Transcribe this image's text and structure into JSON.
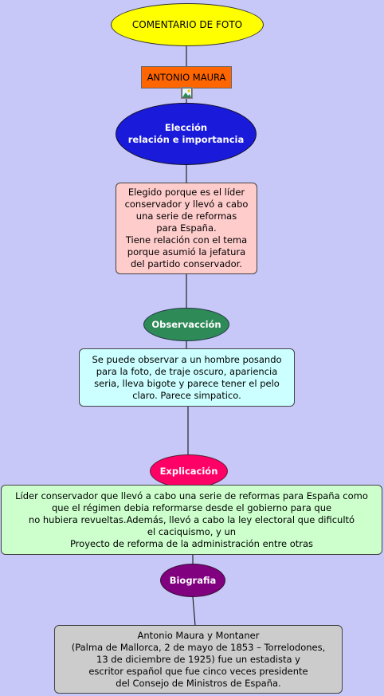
{
  "nodes": {
    "title": "COMENTARIO DE FOTO",
    "subject": "ANTONIO MAURA",
    "eleccion_heading": "Elección\nrelación e importancia",
    "eleccion_text": "Elegido porque es el líder\nconservador y llevó a cabo\nuna serie de reformas\npara España.\nTiene relación con el tema\nporque asumió la jefatura\ndel partido conservador.",
    "observacion_heading": "Observacción",
    "observacion_text": "Se puede observar a un hombre posando\npara la foto, de traje oscuro, apariencia\nseria, lleva bigote y parece tener el pelo\nclaro. Parece simpatico.",
    "explicacion_heading": "Explicación",
    "explicacion_text": "Líder conservador que llevó a cabo una serie de reformas para España como\nque el régimen debia reformarse desde el gobierno para que\nno hubiera revueltas.Además, llevó a cabo la ley electoral que dificultó\nel caciquismo, y un\nProyecto de reforma de la administración entre otras",
    "biografia_heading": "Biografia",
    "biografia_text": "Antonio Maura y Montaner\n(Palma de Mallorca, 2 de mayo de 1853 – Torrelodones,\n13 de diciembre de 1925) fue un estadista y\nescritor español que fue cinco veces presidente\ndel Consejo de Ministros de España."
  },
  "colors": {
    "background": "#c8c8f8",
    "title": "#ffff00",
    "subject": "#ff6600",
    "eleccion": "#1a1adb",
    "eleccion_text": "#ffcccc",
    "observacion": "#2e8b57",
    "observacion_text": "#ccffff",
    "explicacion": "#ff0066",
    "explicacion_text": "#ccffcc",
    "biografia": "#800080",
    "biografia_text": "#cccccc"
  },
  "icons": {
    "photo": "image-icon"
  }
}
